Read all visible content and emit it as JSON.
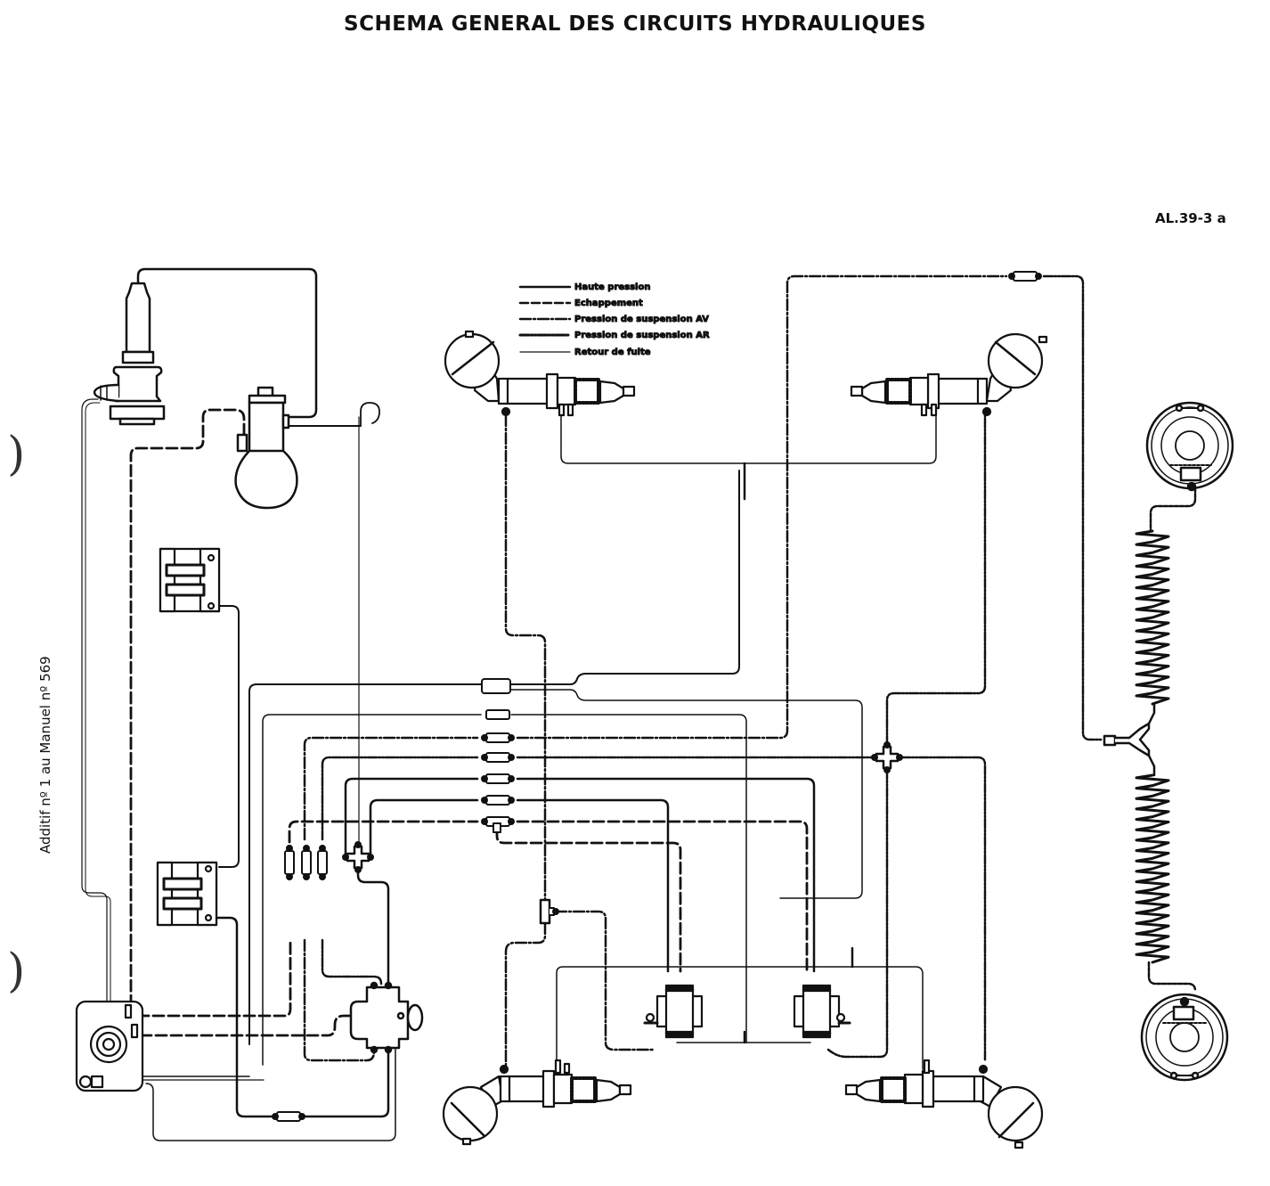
{
  "title": "SCHEMA GENERAL DES CIRCUITS HYDRAULIQUES",
  "reference": "AL.39-3 a",
  "side_note": "Additif nº 1 au Manuel nº 569",
  "legend": {
    "items": [
      {
        "label": "Haute pression",
        "line_style": "solid-thick"
      },
      {
        "label": "Echappement",
        "line_style": "dashed"
      },
      {
        "label": "Pression de suspension AV",
        "line_style": "dash-dot"
      },
      {
        "label": "Pression de suspension AR",
        "line_style": "dash-double-dot"
      },
      {
        "label": "Retour de fuite",
        "line_style": "solid-thin"
      }
    ]
  },
  "components": [
    {
      "id": "pump",
      "name": "high-pressure-pump"
    },
    {
      "id": "regulator",
      "name": "pressure-regulator-accumulator"
    },
    {
      "id": "valve-upper",
      "name": "distribution-valve-upper"
    },
    {
      "id": "valve-lower",
      "name": "distribution-valve-lower"
    },
    {
      "id": "reservoir",
      "name": "fluid-reservoir"
    },
    {
      "id": "brake-valve",
      "name": "brake-control-valve"
    },
    {
      "id": "sphere-fl",
      "name": "front-left-suspension-sphere"
    },
    {
      "id": "sphere-fr",
      "name": "front-right-suspension-sphere"
    },
    {
      "id": "sphere-rl",
      "name": "rear-left-suspension-sphere"
    },
    {
      "id": "sphere-rr",
      "name": "rear-right-suspension-sphere"
    },
    {
      "id": "height-corrector-l",
      "name": "height-corrector-left"
    },
    {
      "id": "height-corrector-r",
      "name": "height-corrector-right"
    },
    {
      "id": "brake-front",
      "name": "front-brake-drum"
    },
    {
      "id": "brake-rear",
      "name": "rear-brake-drum"
    },
    {
      "id": "coil-hose-upper",
      "name": "flexible-coiled-hose-upper"
    },
    {
      "id": "coil-hose-lower",
      "name": "flexible-coiled-hose-lower"
    }
  ]
}
